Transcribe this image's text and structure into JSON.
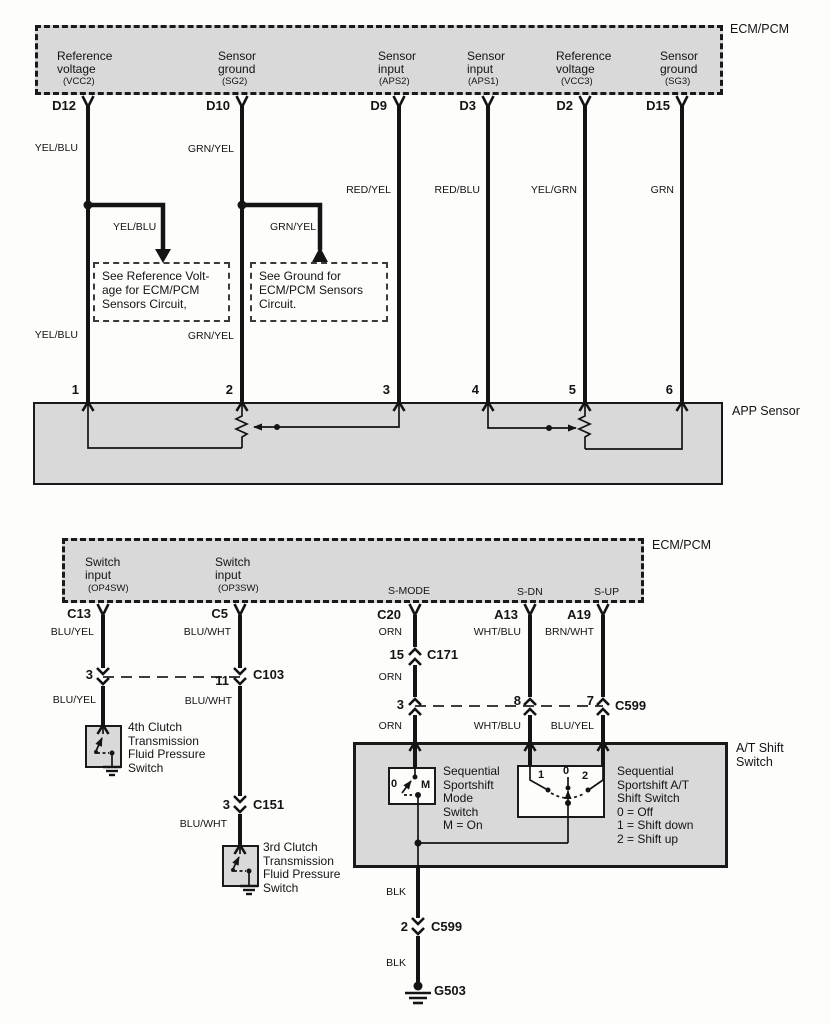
{
  "colors": {
    "ink": "#141414",
    "box_fill": "#d9d9d9",
    "paper": "#fdfdfc"
  },
  "top": {
    "ecm_title": "ECM/PCM",
    "cols": [
      {
        "label": "Reference\nvoltage",
        "sub": "(VCC2)",
        "pin": "D12",
        "wire": "YEL/BLU",
        "wire_lower": "YEL/BLU"
      },
      {
        "label": "Sensor\nground",
        "sub": "(SG2)",
        "pin": "D10",
        "wire": "GRN/YEL",
        "wire_lower": "GRN/YEL"
      },
      {
        "label": "Sensor\ninput",
        "sub": "(APS2)",
        "pin": "D9",
        "wire": "RED/YEL"
      },
      {
        "label": "Sensor\ninput",
        "sub": "(APS1)",
        "pin": "D3",
        "wire": "RED/BLU"
      },
      {
        "label": "Reference\nvoltage",
        "sub": "(VCC3)",
        "pin": "D2",
        "wire": "YEL/GRN"
      },
      {
        "label": "Sensor\nground",
        "sub": "(SG3)",
        "pin": "D15",
        "wire": "GRN"
      }
    ],
    "branch1": {
      "wire": "YEL/BLU",
      "note": "See Reference Volt-\nage for ECM/PCM\nSensors Circuit,"
    },
    "branch2": {
      "wire": "GRN/YEL",
      "note": "See Ground for\nECM/PCM Sensors\nCircuit."
    },
    "app_title": "APP Sensor",
    "app_pins": [
      "1",
      "2",
      "3",
      "4",
      "5",
      "6"
    ]
  },
  "bottom": {
    "ecm_title": "ECM/PCM",
    "cols": [
      {
        "label": "Switch\ninput",
        "sub": "(OP4SW)",
        "pin": "C13",
        "wire": "BLU/YEL"
      },
      {
        "label": "Switch\ninput",
        "sub": "(OP3SW)",
        "pin": "C5",
        "wire": "BLU/WHT"
      },
      {
        "label": "S-MODE",
        "pin": "C20",
        "wire": "ORN"
      },
      {
        "label": "S-DN",
        "pin": "A13",
        "wire": "WHT/BLU"
      },
      {
        "label": "S-UP",
        "pin": "A19",
        "wire": "BRN/WHT"
      }
    ],
    "c171": {
      "pin": "15",
      "name": "C171",
      "wire_below": "ORN"
    },
    "c103": {
      "pin_left": "3",
      "pin_right": "11",
      "name": "C103",
      "wire_left": "BLU/YEL",
      "wire_right": "BLU/WHT"
    },
    "c599a": {
      "pin_left": "3",
      "pin_mid": "8",
      "pin_right": "7",
      "name": "C599",
      "wire_left": "ORN",
      "wire_mid": "WHT/BLU",
      "wire_right": "BLU/YEL"
    },
    "c151": {
      "pin": "3",
      "name": "C151",
      "wire_below": "BLU/WHT"
    },
    "clutch4_label": "4th Clutch\nTransmission\nFluid Pressure\nSwitch",
    "clutch3_label": "3rd Clutch\nTransmission\nFluid Pressure\nSwitch",
    "at_title": "A/T Shift\nSwitch",
    "mode": {
      "p0": "0",
      "pm": "M",
      "desc": "Sequential\nSportshift\nMode\nSwitch\nM = On"
    },
    "shift": {
      "p1": "1",
      "p0": "0",
      "p2": "2",
      "desc": "Sequential\nSportshift A/T\nShift Switch\n0 = Off\n1 = Shift down\n2 = Shift up"
    },
    "blk_upper": "BLK",
    "c599b": {
      "pin": "2",
      "name": "C599"
    },
    "blk_lower": "BLK",
    "ground_name": "G503"
  }
}
